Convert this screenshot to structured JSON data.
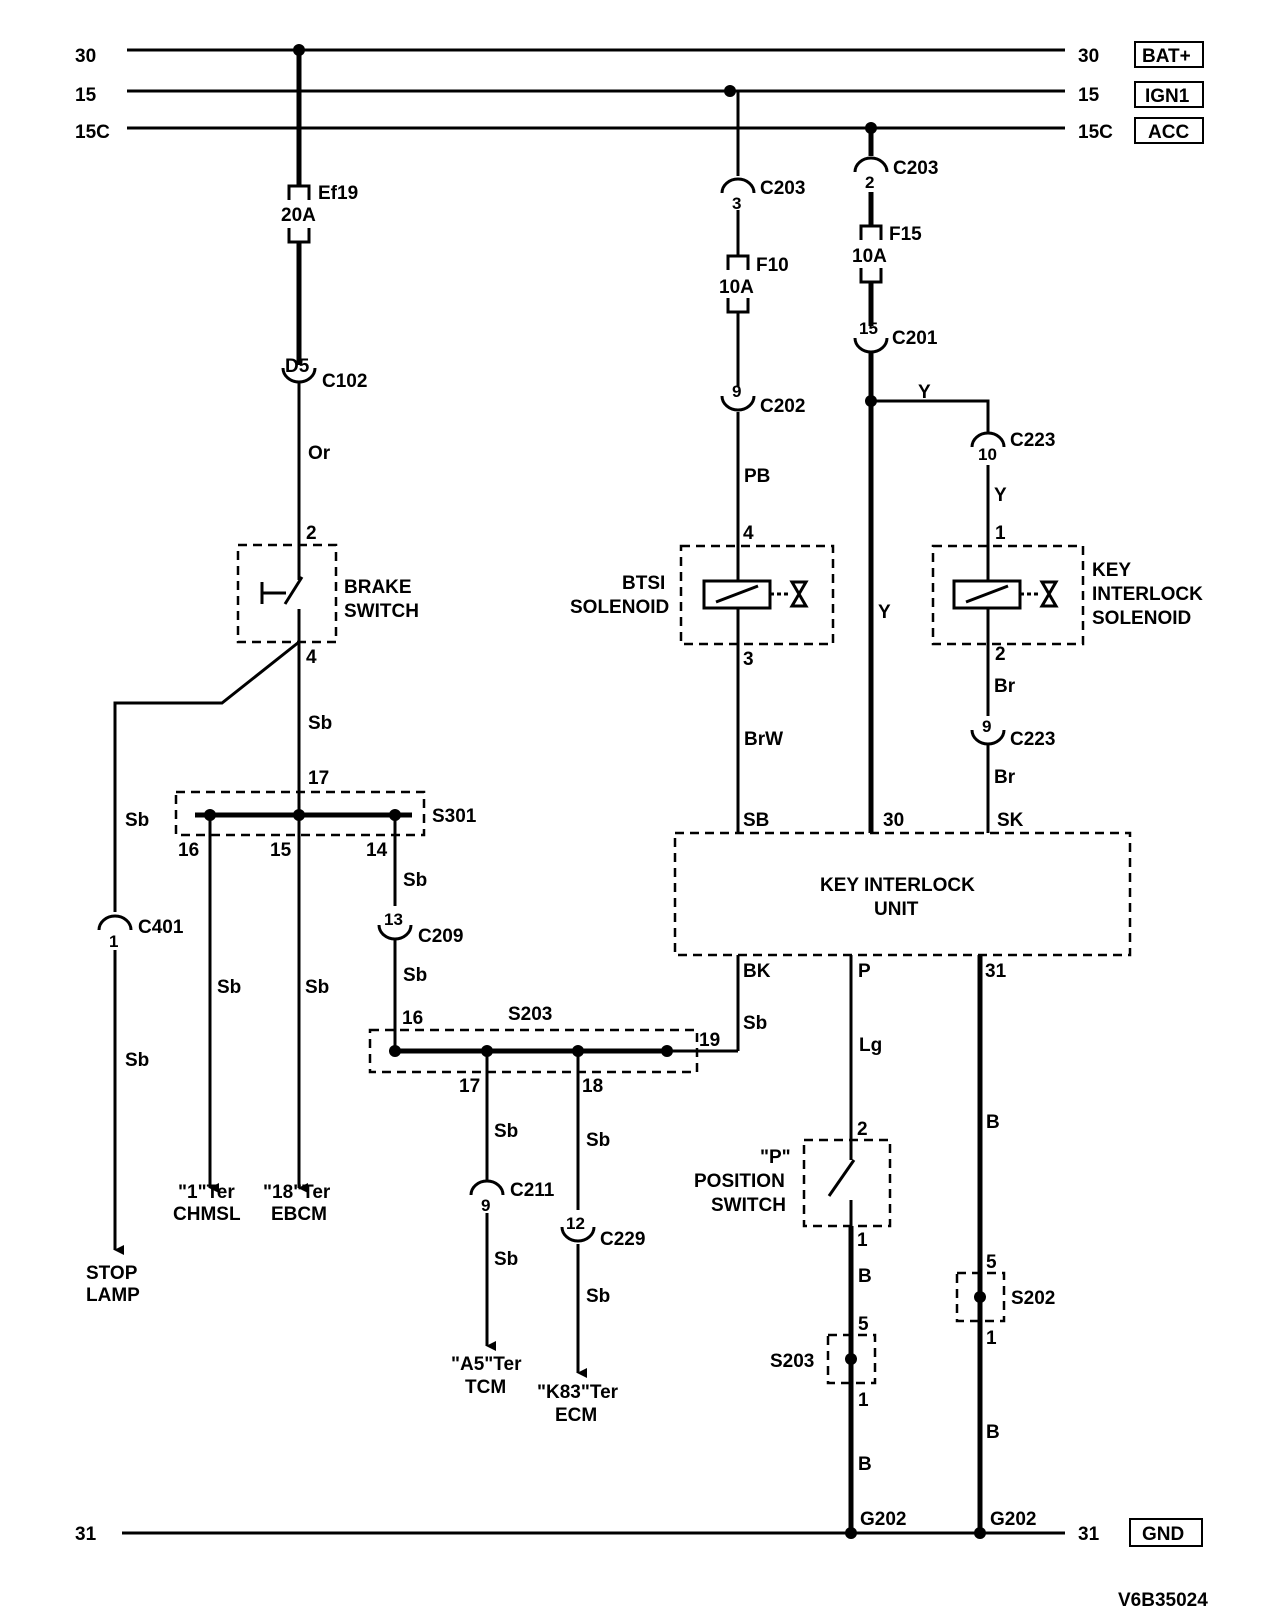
{
  "rails": {
    "r30": {
      "left": "30",
      "right": "30",
      "tag": "BAT+"
    },
    "r15": {
      "left": "15",
      "right": "15",
      "tag": "IGN1"
    },
    "r15c": {
      "left": "15C",
      "right": "15C",
      "tag": "ACC"
    },
    "r31": {
      "left": "31",
      "right": "31",
      "tag": "GND"
    }
  },
  "fuses": {
    "ef19": {
      "name": "Ef19",
      "rating": "20A"
    },
    "f10": {
      "name": "F10",
      "rating": "10A"
    },
    "f15": {
      "name": "F15",
      "rating": "10A"
    }
  },
  "connectors": {
    "c203_3": {
      "pin": "3",
      "name": "C203"
    },
    "c203_2": {
      "pin": "2",
      "name": "C203"
    },
    "c201_15": {
      "pin": "15",
      "name": "C201"
    },
    "c202_9": {
      "pin": "9",
      "name": "C202"
    },
    "c102_d5": {
      "pin": "D5",
      "name": "C102"
    },
    "c223_10": {
      "pin": "10",
      "name": "C223"
    },
    "c223_9": {
      "pin": "9",
      "name": "C223"
    },
    "c401_1": {
      "pin": "1",
      "name": "C401"
    },
    "c209_13": {
      "pin": "13",
      "name": "C209"
    },
    "c211_9": {
      "pin": "9",
      "name": "C211"
    },
    "c229_12": {
      "pin": "12",
      "name": "C229"
    }
  },
  "wires": {
    "or": "Or",
    "sb": "Sb",
    "pb": "PB",
    "brw": "BrW",
    "y": "Y",
    "br": "Br",
    "lg": "Lg",
    "b": "B"
  },
  "components": {
    "brake_switch": [
      "BRAKE",
      "SWITCH"
    ],
    "btsi_solenoid": [
      "BTSI",
      "SOLENOID"
    ],
    "key_interlock_solenoid": [
      "KEY",
      "INTERLOCK",
      "SOLENOID"
    ],
    "key_interlock_unit": [
      "KEY INTERLOCK",
      "UNIT"
    ],
    "p_position_switch": [
      "\"P\"",
      "POSITION",
      "SWITCH"
    ]
  },
  "pins": {
    "brake_2": "2",
    "brake_4": "4",
    "btsi_4": "4",
    "btsi_3": "3",
    "kis_1": "1",
    "kis_2": "2",
    "s301_17": "17",
    "s301_16": "16",
    "s301_15": "15",
    "s301_14": "14",
    "s203_16": "16",
    "s203_19": "19",
    "s203_17": "17",
    "s203_18": "18",
    "kiu_sb": "SB",
    "kiu_30": "30",
    "kiu_sk": "SK",
    "kiu_bk": "BK",
    "kiu_p": "P",
    "kiu_31": "31",
    "ps_2": "2",
    "ps_1": "1",
    "s203b_5": "5",
    "s203b_1": "1",
    "s202_5": "5",
    "s202_1": "1"
  },
  "splices": {
    "s301": "S301",
    "s203": "S203",
    "s203b": "S203",
    "s202": "S202"
  },
  "grounds": {
    "g202a": "G202",
    "g202b": "G202"
  },
  "terminals": {
    "stop_lamp": [
      "STOP",
      "LAMP"
    ],
    "chmsl": [
      "\"1\"Ter",
      "CHMSL"
    ],
    "ebcm": [
      "\"18\"Ter",
      "EBCM"
    ],
    "tcm": [
      "\"A5\"Ter",
      "TCM"
    ],
    "ecm": [
      "\"K83\"Ter",
      "ECM"
    ]
  },
  "diagram_id": "V6B35024"
}
